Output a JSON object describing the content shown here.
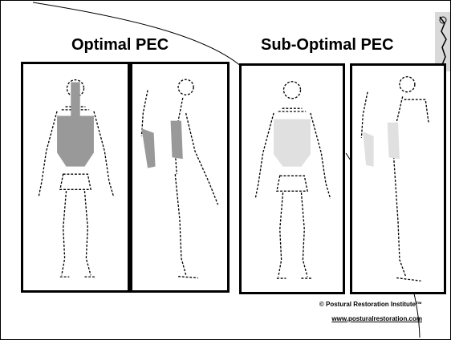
{
  "slide": {
    "title_optimal": "Optimal PEC",
    "title_suboptimal": "Sub-Optimal PEC",
    "copyright": "© Postural Restoration Institute™",
    "website": "www.posturalrestoration.com"
  },
  "figures": [
    {
      "label": "optimal-front",
      "torso_color": "#999999"
    },
    {
      "label": "optimal-side",
      "torso_color": "#999999"
    },
    {
      "label": "suboptimal-front",
      "torso_color": "#e0e0e0"
    },
    {
      "label": "suboptimal-side",
      "torso_color": "#e0e0e0"
    }
  ]
}
